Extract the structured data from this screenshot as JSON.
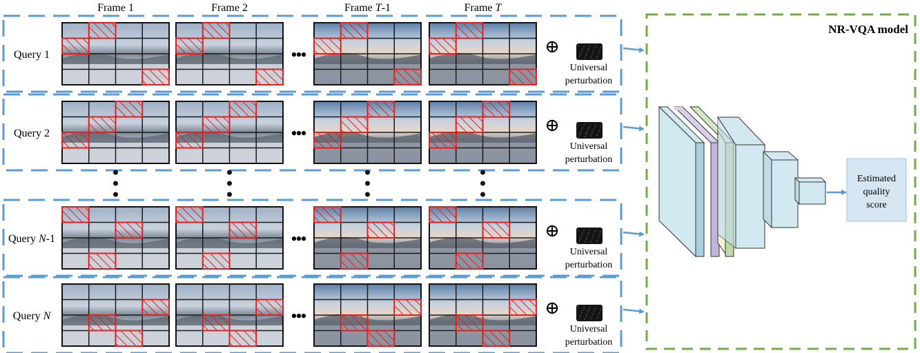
{
  "frames": [
    {
      "label_pre": "Frame 1",
      "label_it": "",
      "label_post": ""
    },
    {
      "label_pre": "Frame 2",
      "label_it": "",
      "label_post": ""
    },
    {
      "label_pre": "Frame ",
      "label_it": "T",
      "label_post": "-1"
    },
    {
      "label_pre": "Frame ",
      "label_it": "T",
      "label_post": ""
    }
  ],
  "queries": [
    {
      "label_pre": "Query 1",
      "label_it": "",
      "label_post": "",
      "patches": [
        [
          [
            0,
            1
          ],
          [
            1,
            0
          ],
          [
            3,
            3
          ]
        ],
        [
          [
            0,
            1
          ],
          [
            1,
            0
          ],
          [
            3,
            3
          ]
        ],
        [
          [
            0,
            1
          ],
          [
            1,
            0
          ],
          [
            3,
            3
          ]
        ],
        [
          [
            0,
            1
          ],
          [
            1,
            0
          ],
          [
            3,
            3
          ]
        ]
      ]
    },
    {
      "label_pre": "Query 2",
      "label_it": "",
      "label_post": "",
      "patches": [
        [
          [
            0,
            2
          ],
          [
            1,
            1
          ],
          [
            2,
            0
          ]
        ],
        [
          [
            0,
            2
          ],
          [
            1,
            1
          ],
          [
            2,
            0
          ]
        ],
        [
          [
            0,
            2
          ],
          [
            1,
            1
          ],
          [
            2,
            0
          ]
        ],
        [
          [
            0,
            2
          ],
          [
            1,
            1
          ],
          [
            2,
            0
          ]
        ]
      ]
    },
    {
      "label_pre": "Query ",
      "label_it": "N",
      "label_post": "-1",
      "patches": [
        [
          [
            0,
            0
          ],
          [
            1,
            2
          ],
          [
            3,
            1
          ]
        ],
        [
          [
            0,
            0
          ],
          [
            1,
            2
          ],
          [
            3,
            1
          ]
        ],
        [
          [
            0,
            0
          ],
          [
            1,
            2
          ],
          [
            3,
            1
          ]
        ],
        [
          [
            0,
            0
          ],
          [
            1,
            2
          ],
          [
            3,
            1
          ]
        ]
      ]
    },
    {
      "label_pre": "Query ",
      "label_it": "N",
      "label_post": "",
      "patches": [
        [
          [
            1,
            3
          ],
          [
            2,
            1
          ],
          [
            3,
            2
          ]
        ],
        [
          [
            1,
            3
          ],
          [
            2,
            1
          ],
          [
            3,
            2
          ]
        ],
        [
          [
            1,
            3
          ],
          [
            2,
            1
          ],
          [
            3,
            2
          ]
        ],
        [
          [
            1,
            3
          ],
          [
            2,
            1
          ],
          [
            3,
            2
          ]
        ]
      ]
    }
  ],
  "perturbation": {
    "line1": "Universal",
    "line2": "perturbation",
    "operator": "⊕"
  },
  "ellipsis": "•••",
  "model": {
    "title": "NR-VQA model",
    "output_line1": "Estimated",
    "output_line2": "quality",
    "output_line3": "score"
  },
  "colors": {
    "dash_blue": "#5b9bd5",
    "dash_green": "#70ad47",
    "patch_red": "#e02020",
    "arrow_blue": "#5b9bd5",
    "block_blue": "#d2e9f2",
    "block_purple": "#d9cfe6",
    "block_green": "#d3e6c1",
    "block_cream": "#f1f1dc",
    "output_fill": "#d6e6f3"
  }
}
